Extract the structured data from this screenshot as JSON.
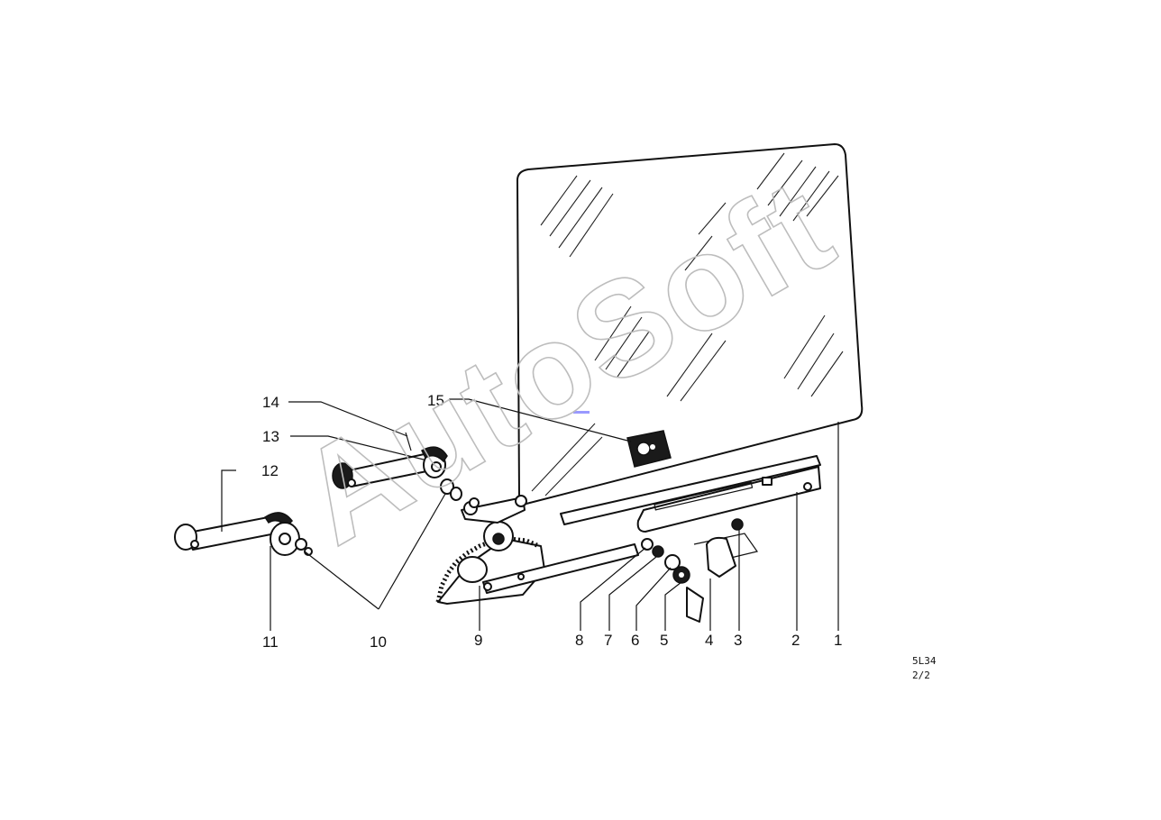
{
  "callouts": {
    "c1": "1",
    "c2": "2",
    "c3": "3",
    "c4": "4",
    "c5": "5",
    "c6": "6",
    "c7": "7",
    "c8": "8",
    "c9": "9",
    "c10": "10",
    "c11": "11",
    "c12": "12",
    "c13": "13",
    "c14": "14",
    "c15": "15"
  },
  "diagram_code": {
    "line1": "5L34",
    "line2": "2/2"
  },
  "watermark": "AutoSoft"
}
